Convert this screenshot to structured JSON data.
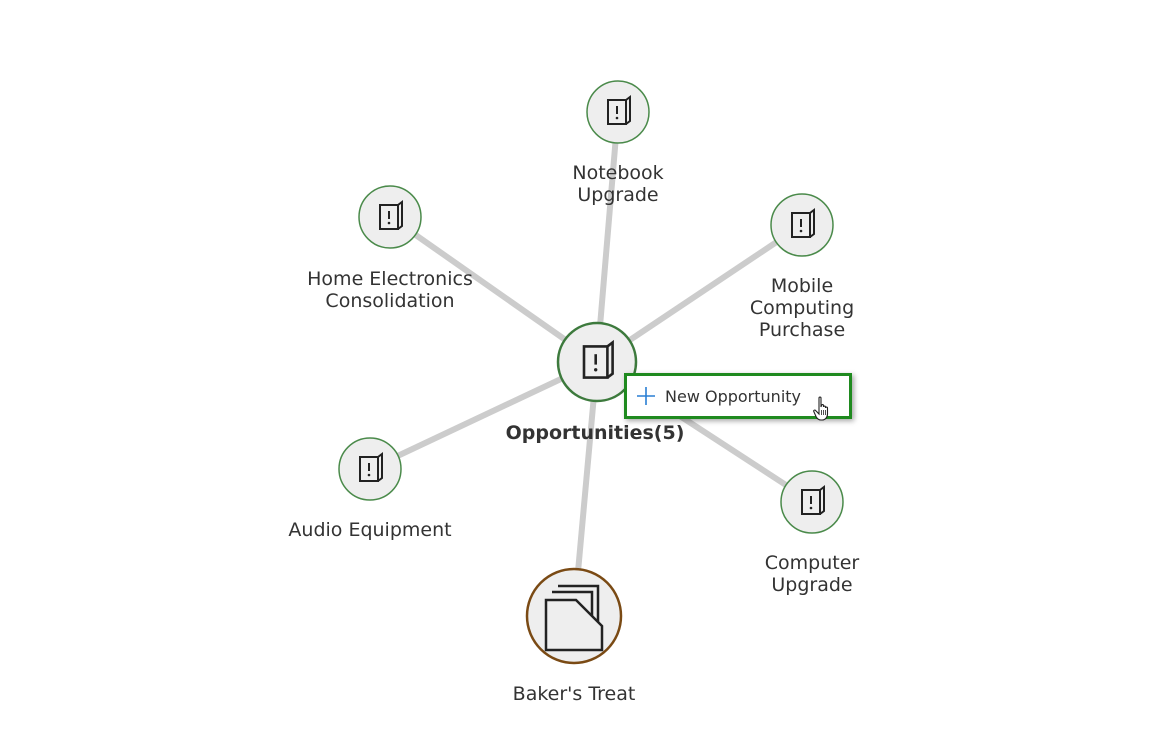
{
  "hub": {
    "label": "Opportunities(5)"
  },
  "nodes": [
    {
      "id": "notebook",
      "lines": [
        "Notebook",
        "Upgrade"
      ]
    },
    {
      "id": "home-electronics",
      "lines": [
        "Home Electronics",
        "Consolidation"
      ]
    },
    {
      "id": "mobile-computing",
      "lines": [
        "Mobile",
        "Computing",
        "Purchase"
      ]
    },
    {
      "id": "audio-equipment",
      "lines": [
        "Audio Equipment"
      ]
    },
    {
      "id": "computer-upgrade",
      "lines": [
        "Computer",
        "Upgrade"
      ]
    }
  ],
  "account": {
    "label": "Baker's Treat"
  },
  "context_menu": {
    "new_opportunity_label": "New Opportunity"
  },
  "colors": {
    "node_border": "#4a8a4a",
    "hub_border": "#3d7a3d",
    "account_border": "#7a4a14",
    "edge": "#cccccc",
    "node_fill": "#eeeeee",
    "highlight": "#1f8a1f",
    "plus": "#2a7fd4"
  }
}
